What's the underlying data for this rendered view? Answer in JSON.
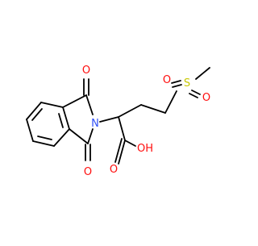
{
  "molecule": {
    "atom_labels": {
      "o_top_carbonyl": "O",
      "o_bottom_carbonyl": "O",
      "n_imide": "N",
      "s_sulfone": "S",
      "o_sulfone_left": "O",
      "o_sulfone_right": "O",
      "o_acid_carbonyl": "O",
      "oh_acid": "OH"
    },
    "colors": {
      "carbon_bond": "#000000",
      "oxygen": "#ff0d0d",
      "nitrogen": "#3050f8",
      "sulfur": "#c8c800"
    }
  }
}
